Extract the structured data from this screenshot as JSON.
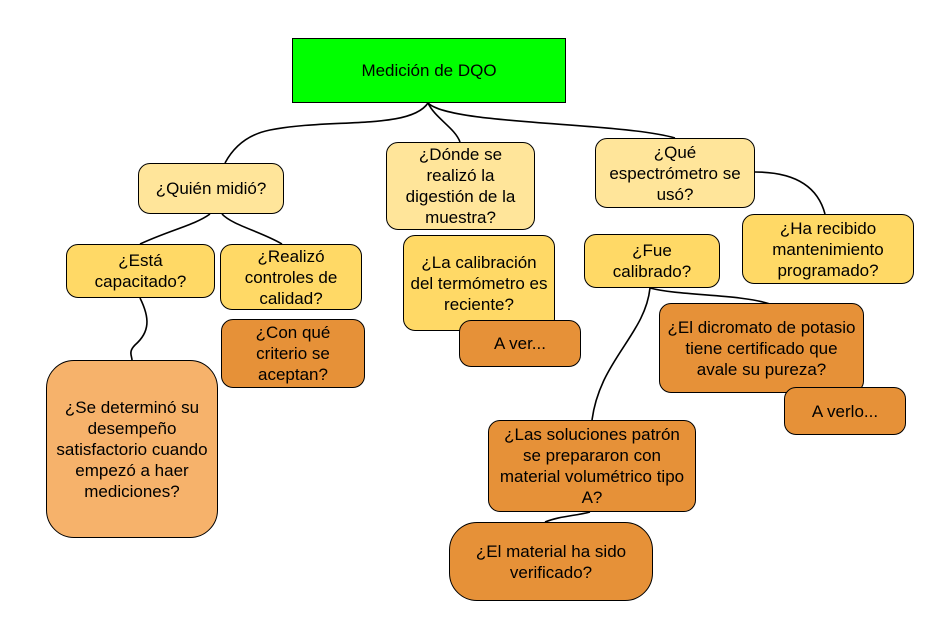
{
  "colors": {
    "root_fill": "#00ff00",
    "light_yellow": "#ffe59a",
    "yellow": "#ffd966",
    "orange": "#e69138",
    "light_orange": "#f6b26b"
  },
  "nodes": {
    "root": "Medición de DQO",
    "quien_midio": "¿Quién midió?",
    "donde_realizo": "¿Dónde se realizó la digestión de la muestra?",
    "que_espectrometro": "¿Qué espectrómetro se usó?",
    "esta_capacitado": "¿Está capacitado?",
    "realizo_controles": "¿Realizó controles de calidad?",
    "calibracion_termometro": "¿La calibración del termómetro es reciente?",
    "fue_calibrado": "¿Fue calibrado?",
    "mantenimiento": "¿Ha recibido mantenimiento programado?",
    "con_que_criterio": "¿Con qué criterio se aceptan?",
    "a_ver": "A ver...",
    "dicromato": "¿El dicromato de potasio tiene certificado que avale su pureza?",
    "a_verlo": "A verlo...",
    "desempeno": "¿Se determinó su desempeño satisfactorio cuando empezó a haer mediciones?",
    "soluciones_patron": "¿Las soluciones patrón se prepararon con material volumétrico tipo A?",
    "material_verificado": "¿El material ha sido verificado?"
  }
}
